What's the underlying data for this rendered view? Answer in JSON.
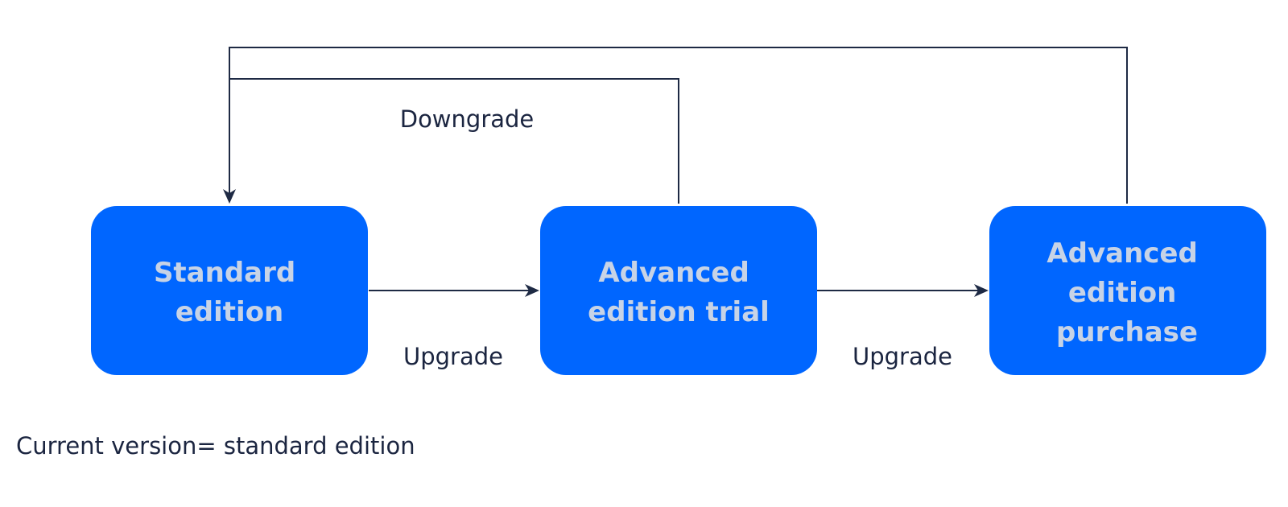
{
  "nodes": [
    {
      "id": "standard",
      "lines": [
        "Standard",
        "edition"
      ]
    },
    {
      "id": "trial",
      "lines": [
        "Advanced",
        "edition trial"
      ]
    },
    {
      "id": "purchase",
      "lines": [
        "Advanced",
        "edition",
        "purchase"
      ]
    }
  ],
  "edges": {
    "upgrade_1": "Upgrade",
    "upgrade_2": "Upgrade",
    "downgrade": "Downgrade"
  },
  "footnote": "Current version= standard edition",
  "colors": {
    "node_fill": "#0066ff",
    "node_text": "#c7d3e6",
    "line": "#1e2a44",
    "text": "#1b2540"
  }
}
